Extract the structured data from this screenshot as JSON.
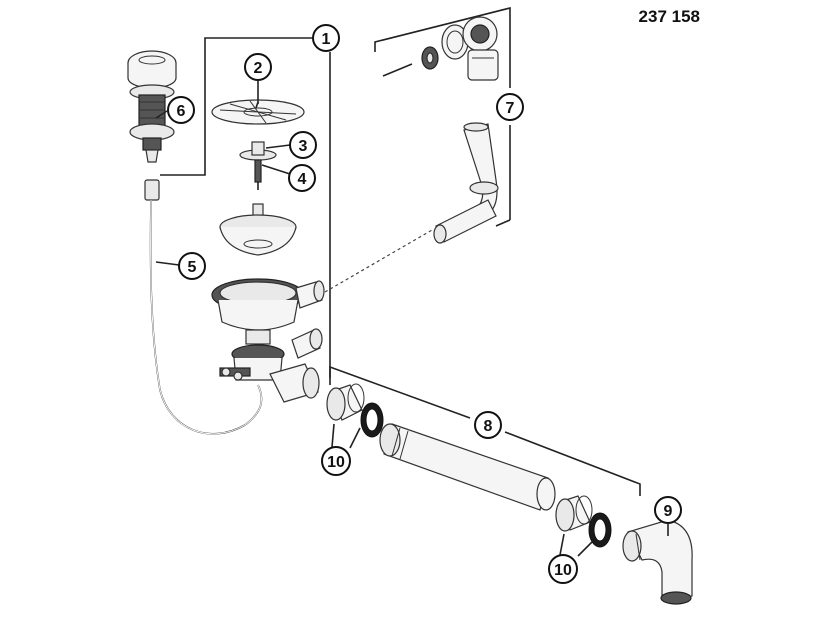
{
  "part_number": "237 158",
  "callouts": [
    {
      "id": "c1",
      "label": "1"
    },
    {
      "id": "c2",
      "label": "2"
    },
    {
      "id": "c3",
      "label": "3"
    },
    {
      "id": "c4",
      "label": "4"
    },
    {
      "id": "c5",
      "label": "5"
    },
    {
      "id": "c6",
      "label": "6"
    },
    {
      "id": "c7",
      "label": "7"
    },
    {
      "id": "c8",
      "label": "8"
    },
    {
      "id": "c9",
      "label": "9"
    },
    {
      "id": "c10a",
      "label": "10"
    },
    {
      "id": "c10b",
      "label": "10"
    }
  ],
  "colors": {
    "line": "#222222",
    "metal": "#e9e9e9",
    "dark": "#555555"
  }
}
